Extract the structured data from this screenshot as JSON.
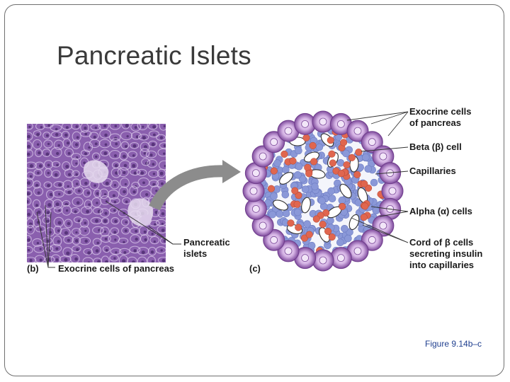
{
  "slide": {
    "title": "Pancreatic Islets",
    "caption": "Figure 9.14b–c"
  },
  "figure": {
    "panel_b": {
      "label": "(b)",
      "exocrine_label": "Exocrine cells of pancreas",
      "islet_label_line1": "Pancreatic",
      "islet_label_line2": "islets"
    },
    "panel_c": {
      "label": "(c)",
      "labels": {
        "exocrine_line1": "Exocrine cells",
        "exocrine_line2": "of pancreas",
        "beta_cell": "Beta (β) cell",
        "capillaries": "Capillaries",
        "alpha_cells": "Alpha (α) cells",
        "cord_line1": "Cord of β cells",
        "cord_line2": "secreting insulin",
        "cord_line3": "into capillaries"
      }
    },
    "colors": {
      "micrograph_base": "#8a5fae",
      "micrograph_membrane": "#d9c8ea",
      "acinar_outer": "#8e5cab",
      "acinar_inner": "#f2e6f8",
      "beta_cell": "#8a98d8",
      "alpha_cell": "#e0664f",
      "capillary": "#ffffff",
      "arrow": "#8c8c8c"
    }
  }
}
